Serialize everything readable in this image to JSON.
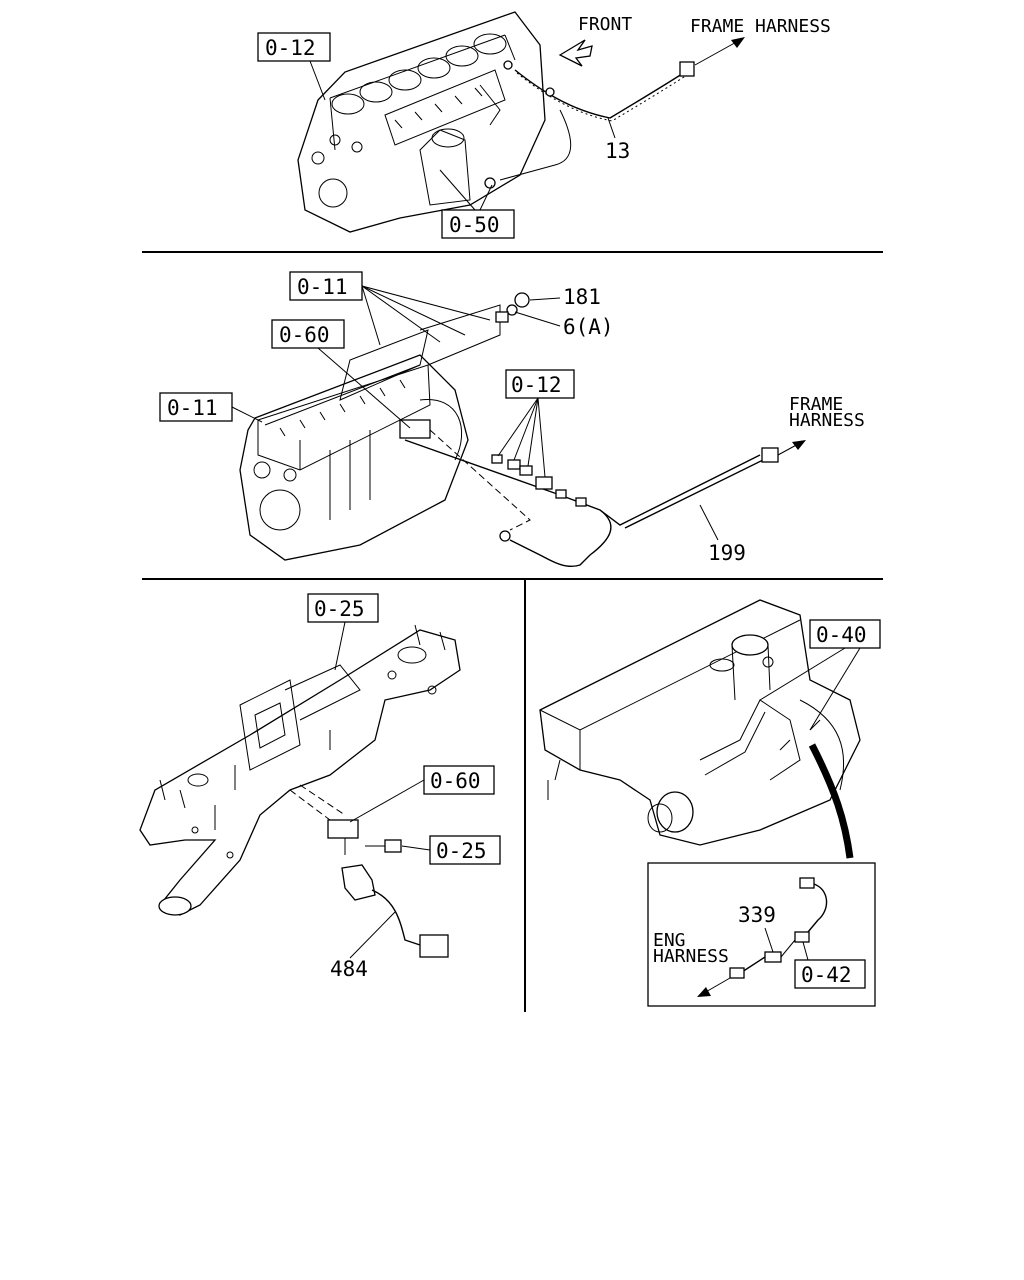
{
  "panel1": {
    "ref_012": "0-12",
    "ref_050": "0-50",
    "front_label": "FRONT",
    "frame_harness_label": "FRAME HARNESS",
    "part_13": "13"
  },
  "panel2": {
    "ref_011_top": "0-11",
    "ref_060": "0-60",
    "ref_011_left": "0-11",
    "ref_012": "0-12",
    "part_181": "181",
    "part_6a": "6(A)",
    "frame_label": "FRAME",
    "harness_label": "HARNESS",
    "part_199": "199"
  },
  "panel3": {
    "ref_025_top": "0-25",
    "ref_060": "0-60",
    "ref_025_bolt": "0-25",
    "part_484": "484"
  },
  "panel4": {
    "ref_040": "0-40",
    "part_339": "339",
    "eng_label": "ENG",
    "harness_label": "HARNESS",
    "ref_042": "0-42"
  }
}
